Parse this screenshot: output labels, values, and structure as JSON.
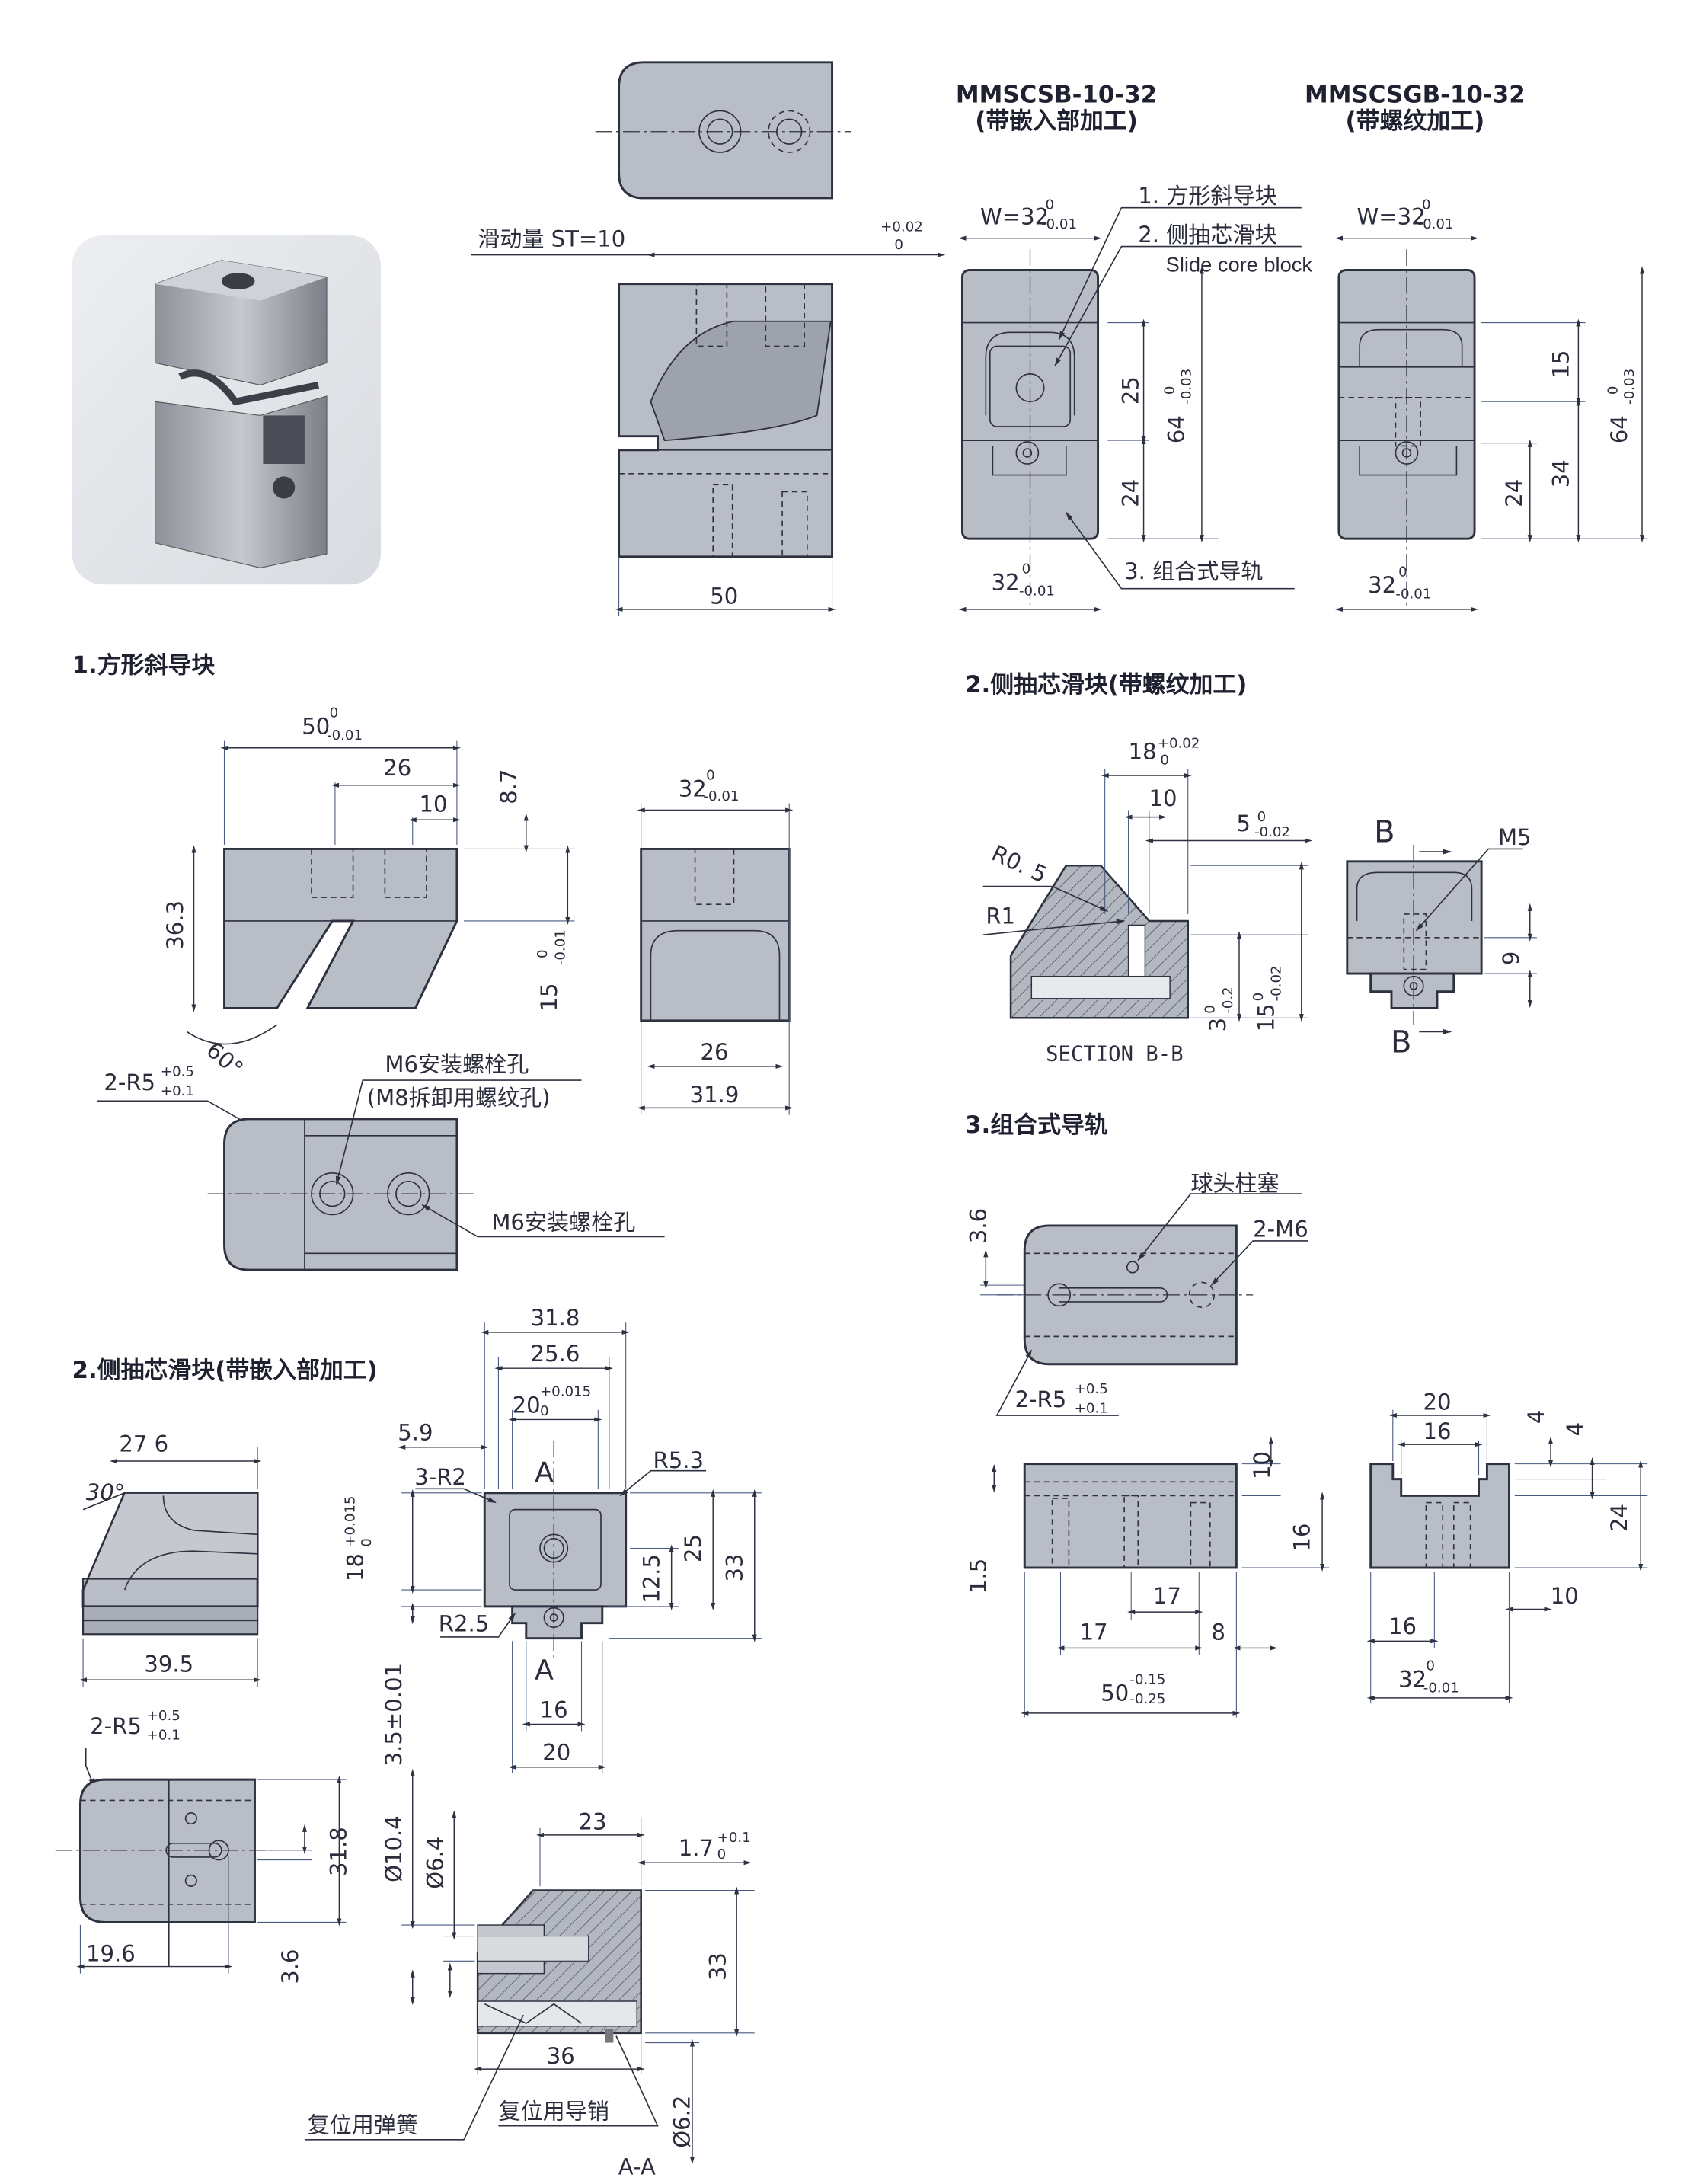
{
  "header": {
    "model_a": "MMSCSB-10-32",
    "model_a_desc": "(带嵌入部加工)",
    "model_b": "MMSCSGB-10-32",
    "model_b_desc": "(带螺纹加工)"
  },
  "tol": {
    "zero": "0",
    "m001": "-0.01",
    "m002": "-0.02",
    "m003": "-0.03",
    "p002": "+0.02",
    "p0015": "+0.015",
    "p05": "+0.5",
    "p01": "+0.1",
    "m02": "-0.2",
    "m015": "-0.15",
    "m025": "-0.25"
  },
  "assembly": {
    "stroke": "滑动量 ST=10",
    "length": "50",
    "w_label": "W=32",
    "part1": "1. 方形斜导块",
    "part2": "2. 侧抽芯滑块",
    "part2_en": "Slide core block",
    "part3": "3. 组合式导轨",
    "dim25": "25",
    "dim64": "64",
    "dim24": "24",
    "width32": "32",
    "dim15": "15",
    "dim34": "34"
  },
  "section1": {
    "title": "1.方形斜导块",
    "dim50": "50",
    "dim26": "26",
    "dim10": "10",
    "dim8_7": "8.7",
    "dim36_3": "36.3",
    "dim15": "15",
    "angle": "60°",
    "radius": "2-R5",
    "dim32": "32",
    "end26": "26",
    "end31_9": "31.9",
    "hole1": "M6安装螺栓孔",
    "hole1_note": "(M8拆卸用螺纹孔)",
    "hole2": "M6安装螺栓孔"
  },
  "section2b": {
    "title": "2.侧抽芯滑块(带螺纹加工)",
    "dim18": "18",
    "dim10": "10",
    "dim5": "5",
    "r05": "R0. 5",
    "r1": "R1",
    "section_label": "SECTION B-B",
    "dim3": "3",
    "dim15": "15",
    "b_top": "B",
    "b_bottom": "B",
    "m5": "M5",
    "dim9": "9"
  },
  "section3": {
    "title": "3.组合式导轨",
    "plunger": "球头柱塞",
    "m6": "2-M6",
    "dim3_6": "3.6",
    "radius": "2-R5",
    "dim10": "10",
    "dim16": "16",
    "dim1_5": "1.5",
    "dim17a": "17",
    "dim17b": "17",
    "dim8": "8",
    "dim50": "50",
    "end20": "20",
    "end16": "16",
    "end4a": "4",
    "end4b": "4",
    "end24": "24",
    "end10": "10",
    "end16b": "16",
    "end32": "32"
  },
  "section2a": {
    "title": "2.侧抽芯滑块(带嵌入部加工)",
    "iso27_6": "27 6",
    "angle30": "30°",
    "dim39_5": "39.5",
    "radius": "2-R5",
    "top31_8": "31.8",
    "top19_6": "19.6",
    "top3_6": "3.6",
    "f31_8": "31.8",
    "f25_6": "25.6",
    "f20": "20",
    "f5_9": "5.9",
    "f3r2": "3-R2",
    "a_top": "A",
    "r5_3": "R5.3",
    "f18": "18",
    "f12_5": "12.5",
    "f25": "25",
    "f33": "33",
    "r2_5": "R2.5",
    "a_bottom": "A",
    "f16": "16",
    "f20b": "20",
    "f3_5": "3.5±0.01",
    "d10_4": "Ø10.4",
    "d6_4": "Ø6.4",
    "s23": "23",
    "s1_7": "1.7",
    "s33": "33",
    "s36": "36",
    "spring": "复位用弹簧",
    "pin": "复位用导销",
    "d6_2": "Ø6.2",
    "aa": "A-A"
  }
}
